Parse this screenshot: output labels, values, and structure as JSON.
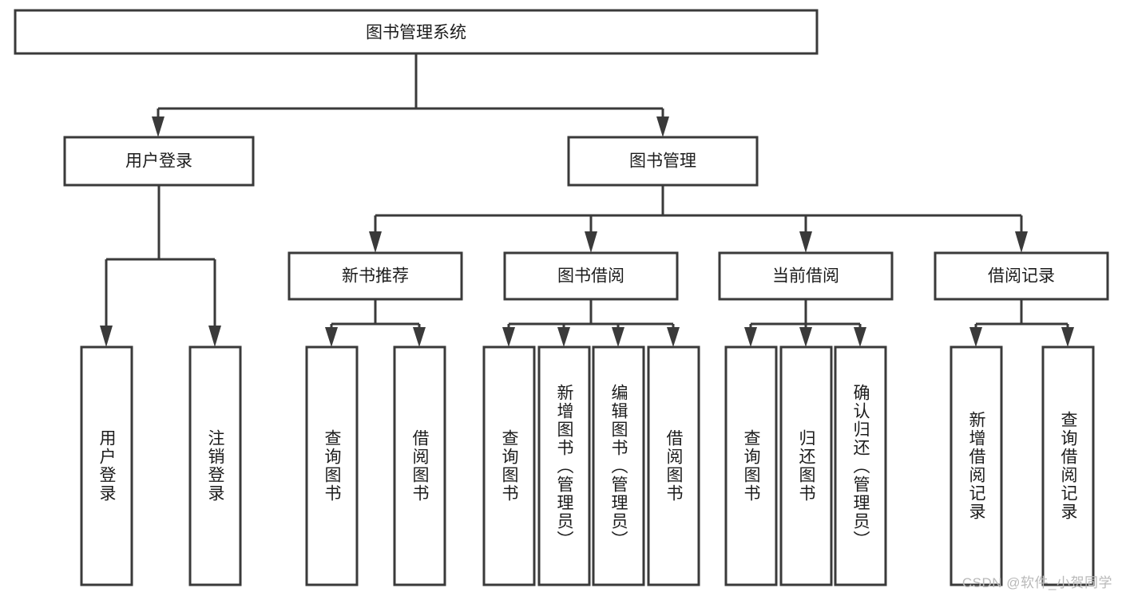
{
  "diagram": {
    "title": "图书管理系统",
    "type": "hierarchy-tree",
    "watermark": "CSDN @软件_小贺同学",
    "colors": {
      "stroke": "#3a3a3a",
      "fill": "#ffffff",
      "text": "#1c1c1c",
      "watermark": "#b9b9b9"
    },
    "root": {
      "label": "图书管理系统"
    },
    "level1": [
      {
        "label": "用户登录"
      },
      {
        "label": "图书管理"
      }
    ],
    "level2": [
      {
        "label": "新书推荐"
      },
      {
        "label": "图书借阅"
      },
      {
        "label": "当前借阅"
      },
      {
        "label": "借阅记录"
      }
    ],
    "leaves": {
      "user_login": [
        {
          "label": "用户登录"
        },
        {
          "label": "注销登录"
        }
      ],
      "new_book_recommend": [
        {
          "label": "查询图书"
        },
        {
          "label": "借阅图书"
        }
      ],
      "book_borrow": [
        {
          "label": "查询图书"
        },
        {
          "label": "新增图书（管理员）"
        },
        {
          "label": "编辑图书（管理员）"
        },
        {
          "label": "借阅图书"
        }
      ],
      "current_borrow": [
        {
          "label": "查询图书"
        },
        {
          "label": "归还图书"
        },
        {
          "label": "确认归还（管理员）"
        }
      ],
      "borrow_record": [
        {
          "label": "新增借阅记录"
        },
        {
          "label": "查询借阅记录"
        }
      ]
    }
  }
}
